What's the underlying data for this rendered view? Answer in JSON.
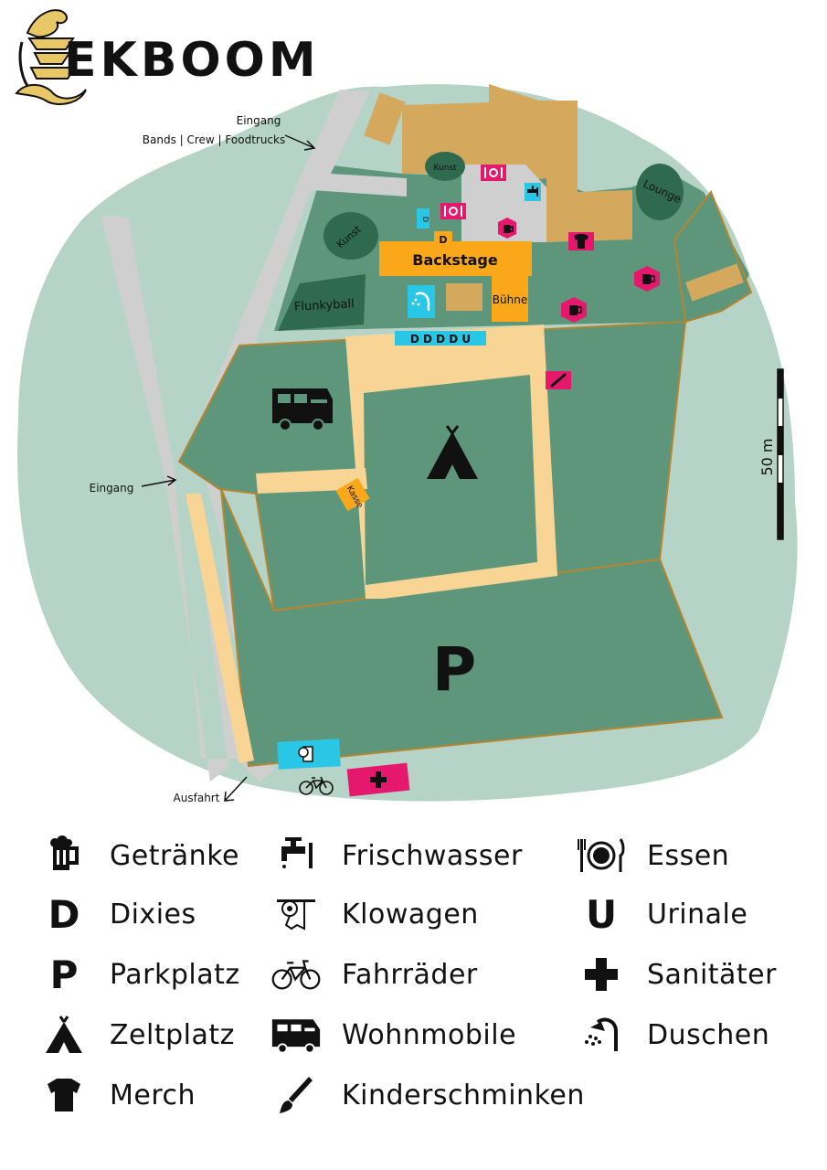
{
  "title": "EKBOOM",
  "map": {
    "labels": {
      "entrance_top": "Eingang",
      "entrance_top_sub": "Bands | Crew | Foodtrucks",
      "entrance_left": "Eingang",
      "exit": "Ausfahrt",
      "kunst_1": "Kunst",
      "kunst_2": "Kunst",
      "lounge": "Lounge",
      "backstage": "Backstage",
      "buehne": "Bühne",
      "flunkyball": "Flunkyball",
      "kasse": "Kasse",
      "dixies_row": "D D D D U",
      "d_single": "D",
      "d_small": "D",
      "parking_letter": "P",
      "scale": "50 m"
    },
    "colors": {
      "background_green": "#b5d3c6",
      "area_green": "#5e967c",
      "dark_green": "#2f6a4e",
      "path_gray": "#cfcfcf",
      "sand": "#f8d594",
      "building": "#d4a95e",
      "orange": "#fba71a",
      "cyan": "#29c6e6",
      "magenta": "#e5186d",
      "border_brown": "#b5852f"
    }
  },
  "legend": [
    {
      "icon": "beer-mug-icon",
      "label": "Getränke"
    },
    {
      "icon": "faucet-icon",
      "label": "Frischwasser"
    },
    {
      "icon": "plate-cutlery-icon",
      "label": "Essen"
    },
    {
      "icon": "letter-d-icon",
      "glyph": "D",
      "label": "Dixies"
    },
    {
      "icon": "toilet-paper-icon",
      "label": "Klowagen"
    },
    {
      "icon": "letter-u-icon",
      "glyph": "U",
      "label": "Urinale"
    },
    {
      "icon": "letter-p-icon",
      "glyph": "P",
      "label": "Parkplatz"
    },
    {
      "icon": "bicycle-icon",
      "label": "Fahrräder"
    },
    {
      "icon": "cross-icon",
      "label": "Sanitäter"
    },
    {
      "icon": "tent-icon",
      "label": "Zeltplatz"
    },
    {
      "icon": "camper-icon",
      "label": "Wohnmobile"
    },
    {
      "icon": "shower-icon",
      "label": "Duschen"
    },
    {
      "icon": "tshirt-icon",
      "label": "Merch"
    },
    {
      "icon": "brush-icon",
      "label": "Kinderschminken"
    }
  ]
}
